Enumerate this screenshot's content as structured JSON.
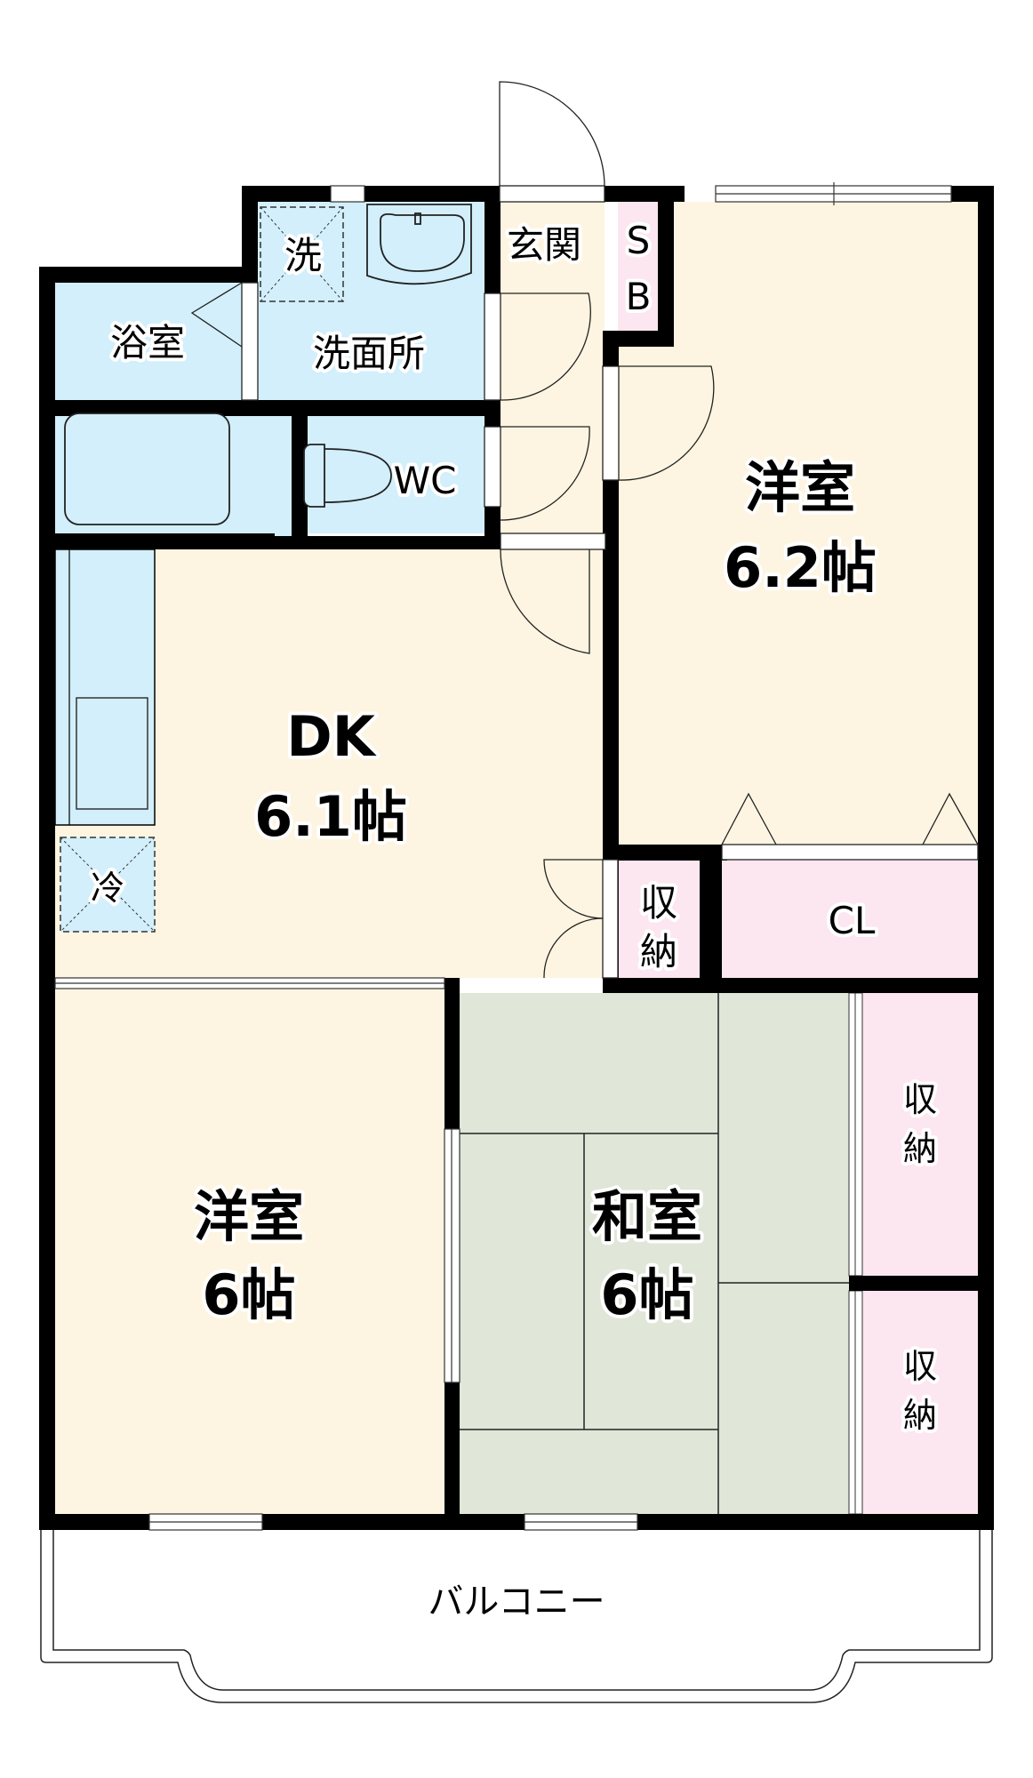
{
  "floorplan": {
    "colors": {
      "wall": "#000000",
      "western_floor": "#fdf5e1",
      "wet_area": "#d2effb",
      "storage": "#fce6ef",
      "tatami": "#e0e6d8",
      "outline": "#333333"
    },
    "rooms": {
      "bath": {
        "label": "浴室"
      },
      "washing_machine": {
        "label": "洗"
      },
      "washroom": {
        "label": "洗面所"
      },
      "entrance": {
        "label": "玄関"
      },
      "shoe_box": {
        "label_line1": "S",
        "label_line2": "B"
      },
      "wc": {
        "label": "WC"
      },
      "western_right": {
        "label_line1": "洋室",
        "label_line2": "6.2帖"
      },
      "dk": {
        "label_line1": "DK",
        "label_line2": "6.1帖"
      },
      "fridge": {
        "label": "冷"
      },
      "storage_center": {
        "label_line1": "収",
        "label_line2": "納"
      },
      "closet": {
        "label": "CL"
      },
      "western_left": {
        "label_line1": "洋室",
        "label_line2": "6帖"
      },
      "japanese": {
        "label_line1": "和室",
        "label_line2": "6帖"
      },
      "storage_right_upper": {
        "label_line1": "収",
        "label_line2": "納"
      },
      "storage_right_lower": {
        "label_line1": "収",
        "label_line2": "納"
      },
      "balcony": {
        "label": "バルコニー"
      }
    }
  }
}
